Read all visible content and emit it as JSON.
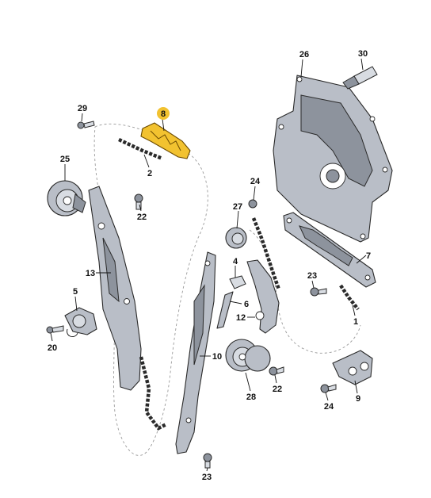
{
  "callouts": {
    "c1": "1",
    "c2": "2",
    "c4": "4",
    "c5": "5",
    "c6": "6",
    "c7": "7",
    "c8": "8",
    "c9": "9",
    "c10": "10",
    "c12": "12",
    "c13": "13",
    "c20": "20",
    "c22a": "22",
    "c22b": "22",
    "c23a": "23",
    "c23b": "23",
    "c24a": "24",
    "c24b": "24",
    "c25": "25",
    "c26": "26",
    "c27": "27",
    "c28": "28",
    "c29": "29",
    "c30": "30"
  },
  "colors": {
    "highlight": "#f2c230",
    "part": "#b9bec7",
    "outline": "#2a2a2a"
  }
}
